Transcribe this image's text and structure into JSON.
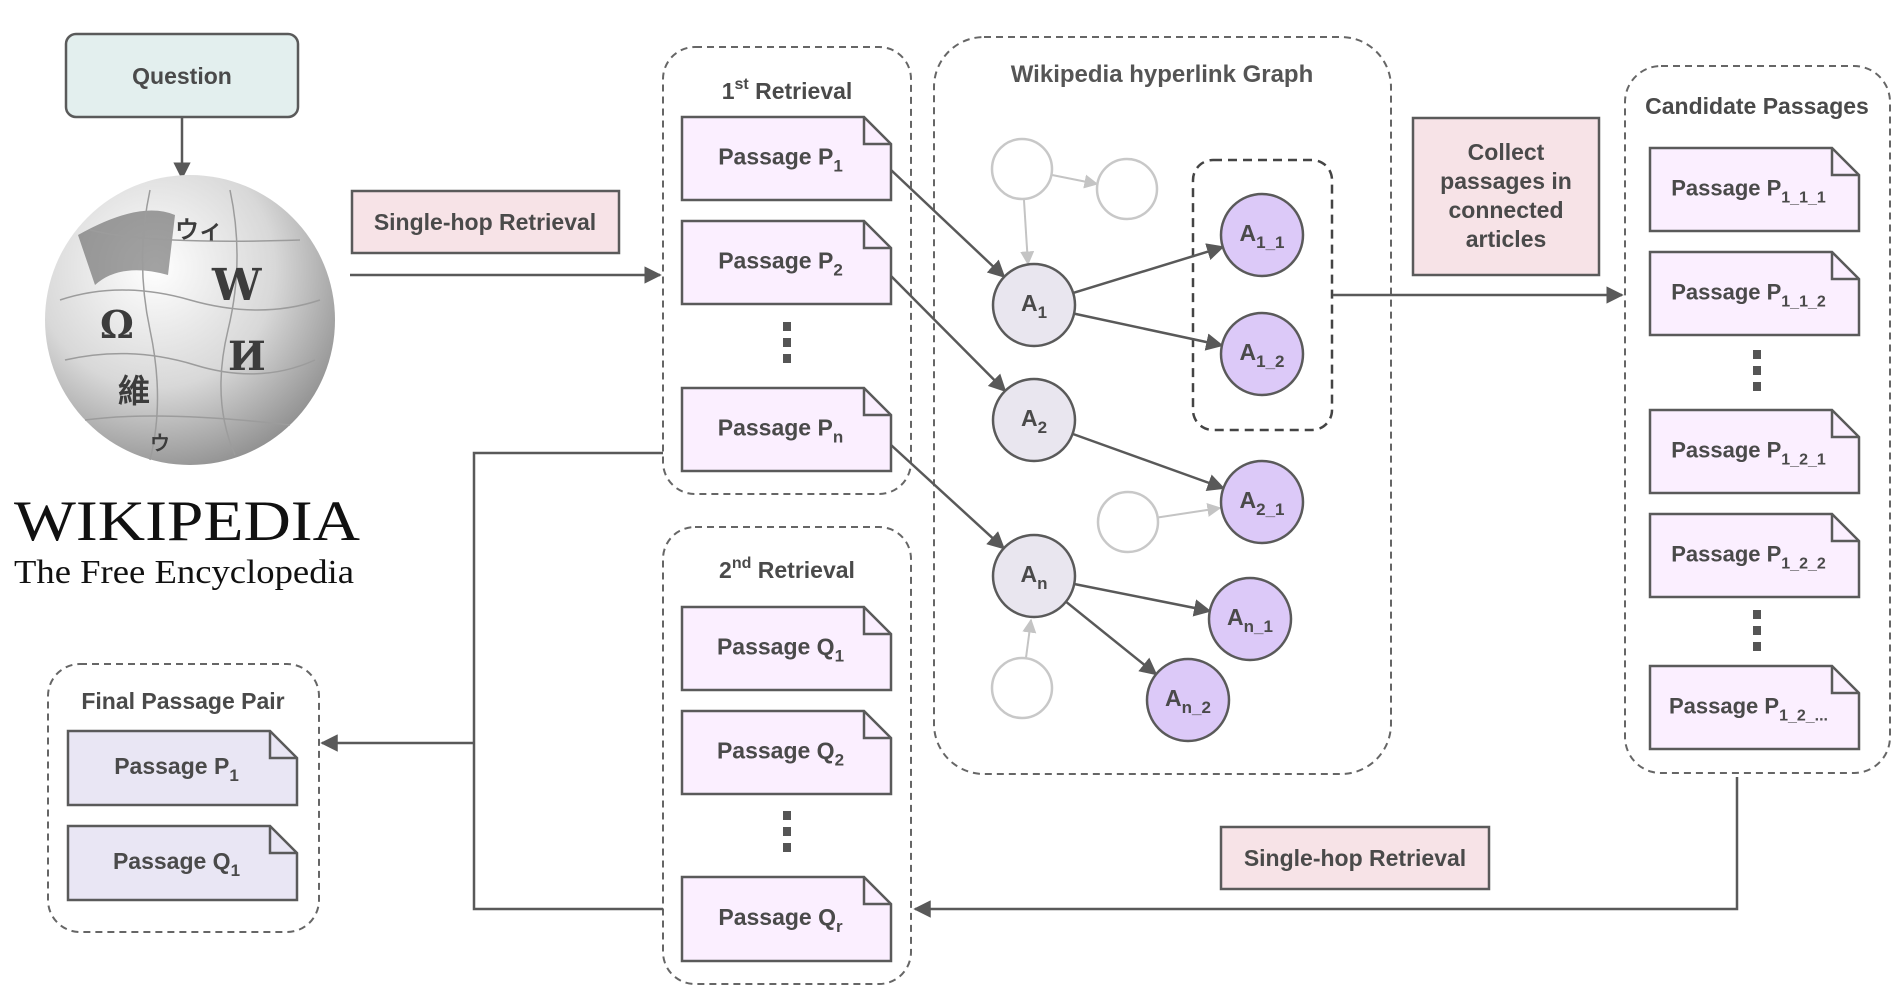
{
  "question": "Question",
  "single_hop_top": "Single-hop Retrieval",
  "single_hop_bottom": "Single-hop Retrieval",
  "wikipedia": {
    "wordmark": "WIKIPEDIA",
    "tagline": "The Free Encyclopedia",
    "puzzle_glyphs": [
      "W",
      "Ω",
      "И",
      "維",
      "ウィ",
      "ウ"
    ]
  },
  "first_retrieval": {
    "title_prefix": "1",
    "title_sup": "st",
    "title_rest": " Retrieval",
    "passages": [
      {
        "base": "Passage P",
        "sub": "1"
      },
      {
        "base": "Passage P",
        "sub": "2"
      },
      {
        "base": "Passage P",
        "sub": "n"
      }
    ]
  },
  "second_retrieval": {
    "title_prefix": "2",
    "title_sup": "nd",
    "title_rest": " Retrieval",
    "passages": [
      {
        "base": "Passage Q",
        "sub": "1"
      },
      {
        "base": "Passage Q",
        "sub": "2"
      },
      {
        "base": "Passage Q",
        "sub": "r"
      }
    ]
  },
  "graph": {
    "title": "Wikipedia hyperlink Graph",
    "nodes": [
      {
        "base": "A",
        "sub": "1"
      },
      {
        "base": "A",
        "sub": "2"
      },
      {
        "base": "A",
        "sub": "n"
      },
      {
        "base": "A",
        "sub": "1_1"
      },
      {
        "base": "A",
        "sub": "1_2"
      },
      {
        "base": "A",
        "sub": "2_1"
      },
      {
        "base": "A",
        "sub": "n_1"
      },
      {
        "base": "A",
        "sub": "n_2"
      }
    ]
  },
  "collect": [
    "Collect",
    "passages in",
    "connected",
    "articles"
  ],
  "candidates": {
    "title": "Candidate Passages",
    "passages": [
      {
        "base": "Passage P",
        "sub": "1_1_1"
      },
      {
        "base": "Passage P",
        "sub": "1_1_2"
      },
      {
        "base": "Passage P",
        "sub": "1_2_1"
      },
      {
        "base": "Passage P",
        "sub": "1_2_2"
      },
      {
        "base": "Passage P",
        "sub": "1_2_..."
      }
    ]
  },
  "final_pair": {
    "title": "Final Passage Pair",
    "passages": [
      {
        "base": "Passage P",
        "sub": "1"
      },
      {
        "base": "Passage Q",
        "sub": "1"
      }
    ]
  },
  "colors": {
    "question_fill": "#e3efee",
    "retrieval_label_fill": "#f7e3e7",
    "passage_fill": "#fbefff",
    "final_passage_fill": "#e9e6f4",
    "article_node_fill": "#e9e6ef",
    "linked_node_fill": "#dcc9f8",
    "line": "#595959"
  }
}
